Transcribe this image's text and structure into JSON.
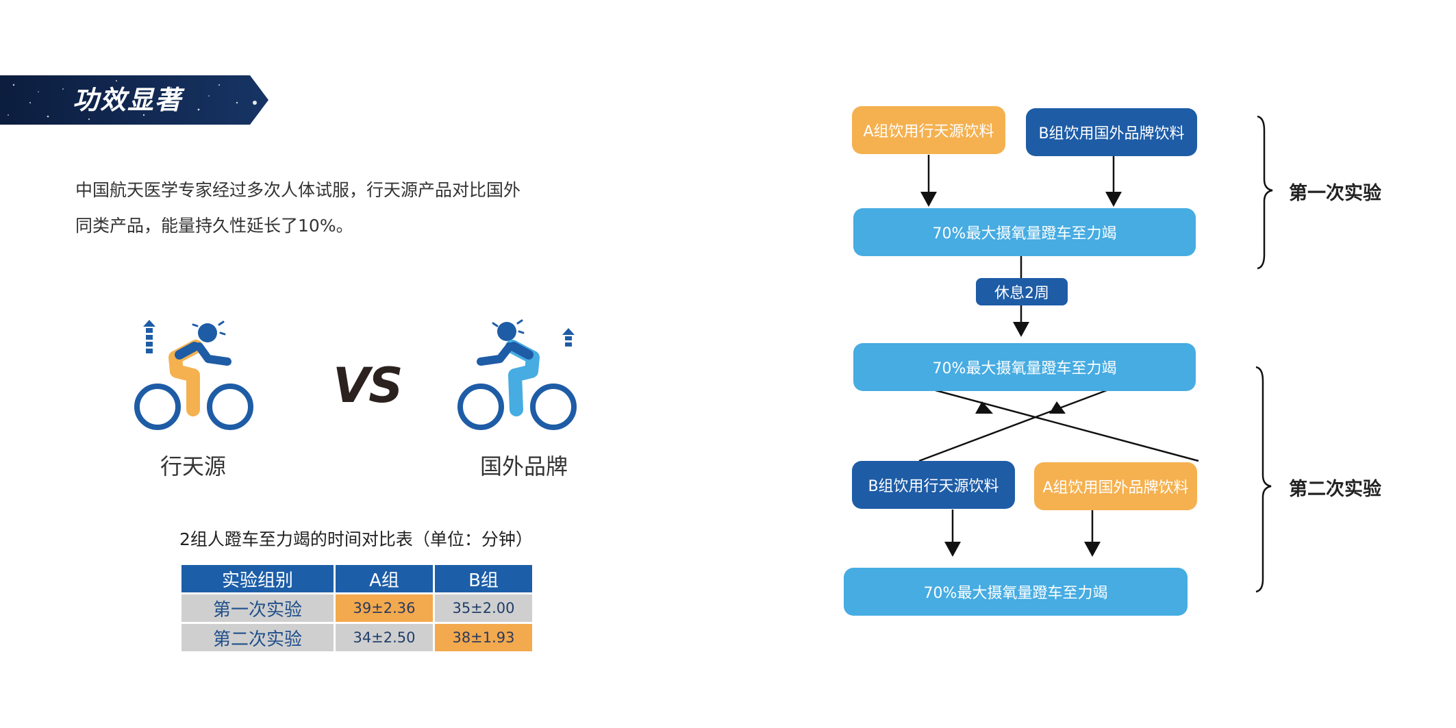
{
  "header": {
    "title": "功效显著"
  },
  "intro": {
    "line1": "中国航天医学专家经过多次人体试服，行天源产品对比国外",
    "line2": "同类产品，能量持久性延长了10%。"
  },
  "comparison": {
    "left_label": "行天源",
    "vs": "VS",
    "right_label": "国外品牌"
  },
  "table": {
    "title": "2组人蹬车至力竭的时间对比表（单位：分钟）",
    "headers": [
      "实验组别",
      "A组",
      "B组"
    ],
    "rows": [
      {
        "label": "第一次实验",
        "a": "39±2.36",
        "b": "35±2.00"
      },
      {
        "label": "第二次实验",
        "a": "34±2.50",
        "b": "38±1.93"
      }
    ]
  },
  "flowchart": {
    "group_a_first": "A组饮用行天源饮料",
    "group_b_first": "B组饮用国外品牌饮料",
    "test_1": "70%最大摄氧量蹬车至力竭",
    "rest": "休息2周",
    "test_2": "70%最大摄氧量蹬车至力竭",
    "group_b_second": "B组饮用行天源饮料",
    "group_a_second": "A组饮用国外品牌饮料",
    "test_3": "70%最大摄氧量蹬车至力竭",
    "phase_1": "第一次实验",
    "phase_2": "第二次实验"
  },
  "colors": {
    "navy": "#1e5ca6",
    "sky": "#46ace2",
    "orange": "#f5b150",
    "table_orange": "#f3a94d",
    "table_gray": "#cfcfcf"
  }
}
